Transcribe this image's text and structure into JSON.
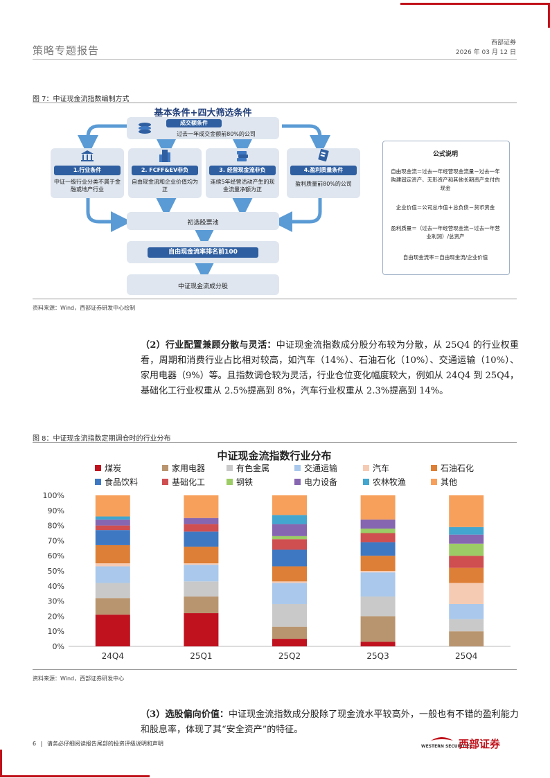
{
  "header": {
    "title": "策略专题报告",
    "brand": "西部证券",
    "date": "2026 年 03 月 12 日"
  },
  "figure7": {
    "caption": "图 7：中证现金流指数编制方式",
    "top_title": "基本条件+四大筛选条件",
    "base_condition": "成交额条件",
    "base_condition_desc": "过去一年成交金额前80%的公司",
    "conditions": [
      {
        "title": "1.行业条件",
        "desc": "中证一级行业分类不属于金融或地产行业"
      },
      {
        "title": "2. FCFF&EV非负",
        "desc": "自由现金流和企业价值均为正"
      },
      {
        "title": "3. 经营现金流非负",
        "desc": "连续5年经营活动产生的现金流量净额为正"
      },
      {
        "title": "4.盈利质量条件",
        "desc": "盈利质量前80%的公司"
      }
    ],
    "pool": "初选股票池",
    "rank": "自由现金流率排名前100",
    "final": "中证现金流成分股",
    "formula_title": "公式说明",
    "formulas": [
      "自由现金流＝过去一年经营现金流量－过去一年购建固定资产、无形资产和其他长期资产支付的现金",
      "企业价值＝公司总市值＋总负债－货币资金",
      "盈利质量＝（过去一年经营现金流－过去一年营业利润）/总资产",
      "自由现金流率＝自由现金流/企业价值"
    ],
    "source": "资料来源：Wind，西部证券研发中心绘制"
  },
  "para2": {
    "lead": "（2）行业配置兼顾分散与灵活：",
    "body": "中证现金流指数成分股分布较为分散，从 25Q4 的行业权重看，周期和消费行业占比相对较高，如汽车（14%）、石油石化（10%）、交通运输（10%）、家用电器（9%）等。且指数调仓较为灵活，行业仓位变化幅度较大，例如从 24Q4 到 25Q4，基础化工行业权重从 2.5%提高到 8%，汽车行业权重从 2.3%提高到 14%。"
  },
  "figure8": {
    "caption": "图 8：中证现金流指数定期调仓时的行业分布",
    "source": "资料来源：Wind，西部证券研发中心"
  },
  "chart_data": {
    "type": "bar",
    "stacked": true,
    "title": "中证现金流指数行业分布",
    "categories": [
      "24Q4",
      "25Q1",
      "25Q2",
      "25Q3",
      "25Q4"
    ],
    "ylim": [
      0,
      100
    ],
    "yticks": [
      "0%",
      "10%",
      "20%",
      "30%",
      "40%",
      "50%",
      "60%",
      "70%",
      "80%",
      "90%",
      "100%"
    ],
    "legend_placement": "top",
    "series": [
      {
        "name": "煤炭",
        "color": "#c0111f",
        "values": [
          21,
          22,
          5,
          3,
          0
        ]
      },
      {
        "name": "家用电器",
        "color": "#b9956f",
        "values": [
          11,
          11,
          8,
          17,
          10
        ]
      },
      {
        "name": "有色金属",
        "color": "#c9c9c9",
        "values": [
          10,
          10,
          15,
          13,
          8
        ]
      },
      {
        "name": "交通运输",
        "color": "#a9c8ec",
        "values": [
          11,
          11,
          14,
          16,
          10
        ]
      },
      {
        "name": "汽车",
        "color": "#f6cbb4",
        "values": [
          2,
          1,
          1,
          1,
          14
        ]
      },
      {
        "name": "石油石化",
        "color": "#dd7f36",
        "values": [
          12,
          11,
          10,
          10,
          10
        ]
      },
      {
        "name": "食品饮料",
        "color": "#3f78c2",
        "values": [
          10,
          10,
          11,
          9,
          0
        ]
      },
      {
        "name": "基础化工",
        "color": "#cf4e50",
        "values": [
          3,
          5,
          7,
          6,
          8
        ]
      },
      {
        "name": "钢铁",
        "color": "#9ccc65",
        "values": [
          0,
          0,
          2,
          3,
          8
        ]
      },
      {
        "name": "电力设备",
        "color": "#8666b0",
        "values": [
          4,
          4,
          8,
          6,
          6
        ]
      },
      {
        "name": "农林牧渔",
        "color": "#42a6cf",
        "values": [
          2,
          0,
          6,
          0,
          5
        ]
      },
      {
        "name": "其他",
        "color": "#f7a05c",
        "values": [
          14,
          15,
          13,
          16,
          21
        ]
      }
    ]
  },
  "para3": {
    "lead": "（3）选股偏向价值：",
    "body": "中证现金流指数成分股除了现金流水平较高外，一般也有不错的盈利能力和股息率，体现了其“安全资产”的特征。"
  },
  "footer": {
    "page": "6",
    "text": "请务必仔细阅读报告尾部的投资评级说明和声明",
    "logo_en": "WESTERN SECURITIES",
    "logo_cn": "西部证券"
  }
}
